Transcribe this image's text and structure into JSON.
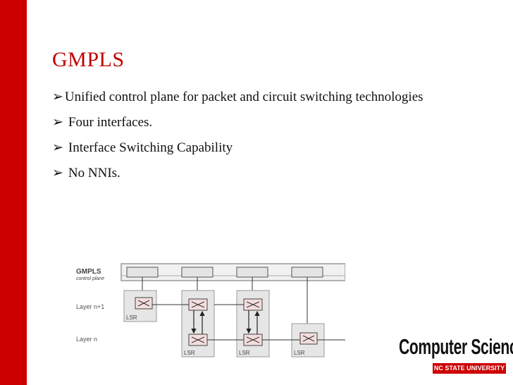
{
  "colors": {
    "accent": "#cc0000",
    "title": "#c00000",
    "text": "#111111"
  },
  "slide": {
    "title": "GMPLS",
    "bullets": [
      {
        "marker": "arrow-bullet-icon",
        "text": "Unified control plane for packet and circuit switching technologies"
      },
      {
        "marker": "arrow-bullet-icon",
        "text": "Four interfaces."
      },
      {
        "marker": "arrow-bullet-icon",
        "text": "Interface Switching Capability"
      },
      {
        "marker": "arrow-bullet-icon",
        "text": "No NNIs."
      }
    ]
  },
  "diagram": {
    "plane_label_1": "GMPLS",
    "plane_label_2": "control plane",
    "layer_upper": "Layer n+1",
    "layer_lower": "Layer n",
    "node_label": "LSR"
  },
  "logo": {
    "title": "Computer Science",
    "subtitle": "NC STATE UNIVERSITY"
  }
}
